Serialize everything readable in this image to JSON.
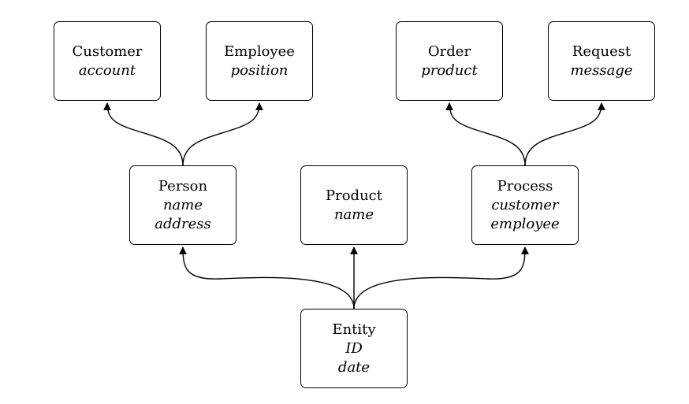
{
  "nodes": {
    "customer": {
      "title": "Customer",
      "attrs": [
        "account"
      ]
    },
    "employee": {
      "title": "Employee",
      "attrs": [
        "position"
      ]
    },
    "order": {
      "title": "Order",
      "attrs": [
        "product"
      ]
    },
    "request": {
      "title": "Request",
      "attrs": [
        "message"
      ]
    },
    "person": {
      "title": "Person",
      "attrs": [
        "name",
        "address"
      ]
    },
    "product": {
      "title": "Product",
      "attrs": [
        "name"
      ]
    },
    "process": {
      "title": "Process",
      "attrs": [
        "customer",
        "employee"
      ]
    },
    "entity": {
      "title": "Entity",
      "attrs": [
        "ID",
        "date"
      ]
    }
  },
  "edges": [
    {
      "from": "entity",
      "to": "person"
    },
    {
      "from": "entity",
      "to": "product"
    },
    {
      "from": "entity",
      "to": "process"
    },
    {
      "from": "person",
      "to": "customer"
    },
    {
      "from": "person",
      "to": "employee"
    },
    {
      "from": "process",
      "to": "order"
    },
    {
      "from": "process",
      "to": "request"
    }
  ]
}
